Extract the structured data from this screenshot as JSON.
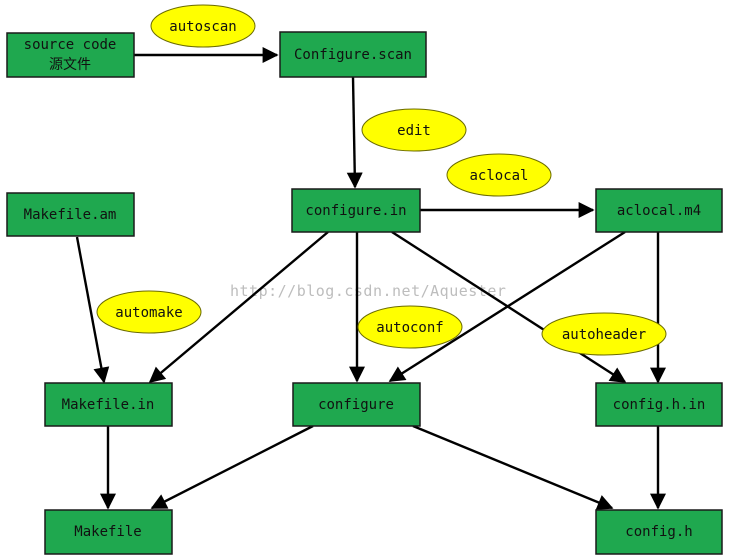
{
  "diagram": {
    "nodes": {
      "source_code_line1": "source code",
      "source_code_line2": "源文件",
      "configure_scan": "Configure.scan",
      "configure_in": "configure.in",
      "aclocal_m4": "aclocal.m4",
      "makefile_am": "Makefile.am",
      "makefile_in": "Makefile.in",
      "configure": "configure",
      "config_h_in": "config.h.in",
      "makefile": "Makefile",
      "config_h": "config.h"
    },
    "labels": {
      "autoscan": "autoscan",
      "edit": "edit",
      "aclocal": "aclocal",
      "automake": "automake",
      "autoconf": "autoconf",
      "autoheader": "autoheader"
    },
    "watermark": "http://blog.csdn.net/Aquester",
    "colors": {
      "node_fill": "#1fa84f",
      "label_fill": "#ffff00",
      "edge": "#000000"
    }
  }
}
